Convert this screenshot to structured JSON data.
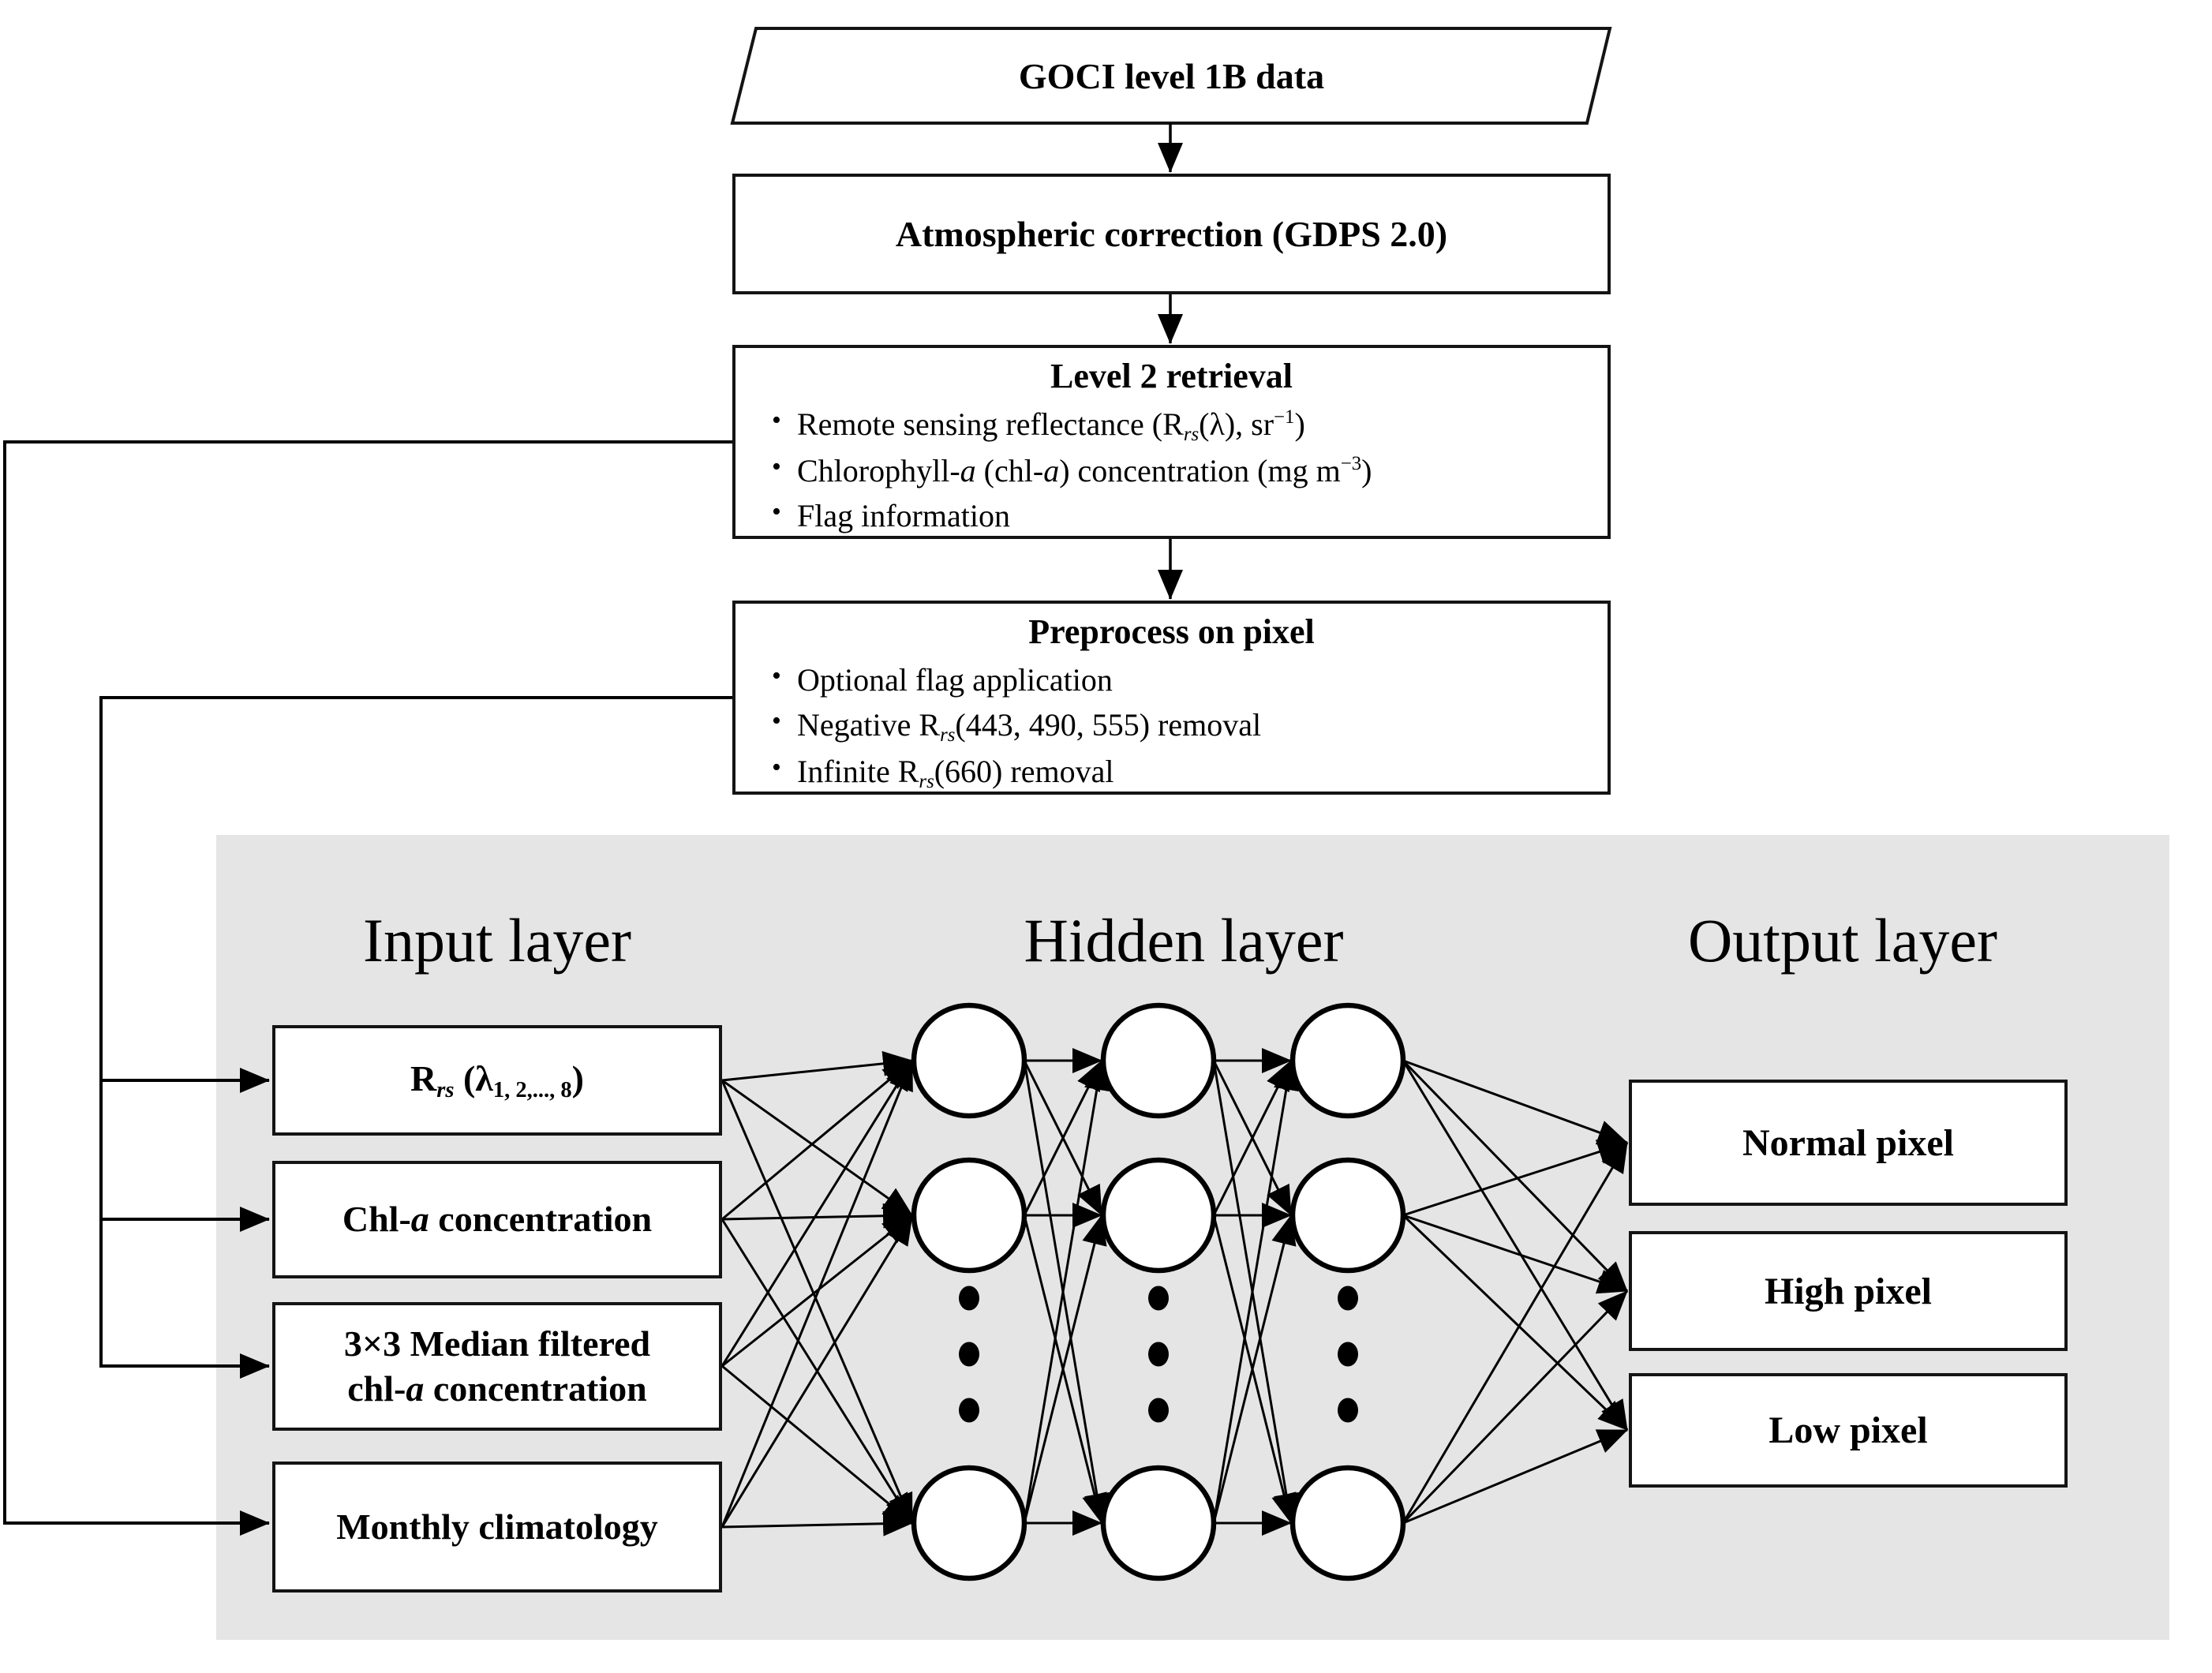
{
  "bullet_char": "•",
  "colors": {
    "panel_bg": "#e5e5e5",
    "ink": "#000000",
    "box_bg": "#ffffff"
  },
  "flowchart": {
    "goci_label": "GOCI level 1B data",
    "atmospheric_label": "Atmospheric correction (GDPS 2.0)",
    "level2": {
      "title": "Level 2 retrieval",
      "bullets": [
        {
          "segments": [
            {
              "t": "Remote sensing reflectance (R"
            },
            {
              "t": "rs",
              "s": "subi"
            },
            {
              "t": "(λ), sr"
            },
            {
              "t": "−1",
              "s": "sup"
            },
            {
              "t": ")"
            }
          ]
        },
        {
          "segments": [
            {
              "t": "Chlorophyll-"
            },
            {
              "t": "a",
              "s": "i"
            },
            {
              "t": " (chl-"
            },
            {
              "t": "a",
              "s": "i"
            },
            {
              "t": ") concentration (mg m"
            },
            {
              "t": "−3",
              "s": "sup"
            },
            {
              "t": ")"
            }
          ]
        },
        {
          "segments": [
            {
              "t": "Flag information"
            }
          ]
        }
      ]
    },
    "preprocess": {
      "title": "Preprocess on pixel",
      "bullets": [
        {
          "segments": [
            {
              "t": "Optional flag application"
            }
          ]
        },
        {
          "segments": [
            {
              "t": "Negative R"
            },
            {
              "t": "rs",
              "s": "subi"
            },
            {
              "t": "(443, 490, 555) removal"
            }
          ]
        },
        {
          "segments": [
            {
              "t": "Infinite R"
            },
            {
              "t": "rs",
              "s": "subi"
            },
            {
              "t": "(660) removal"
            }
          ]
        }
      ]
    }
  },
  "network": {
    "input_title": "Input layer",
    "hidden_title": "Hidden layer",
    "output_title": "Output layer",
    "inputs": [
      {
        "segments": [
          {
            "t": "R"
          },
          {
            "t": "rs",
            "s": "subi"
          },
          {
            "t": " (λ"
          },
          {
            "t": "1, 2,..., 8",
            "s": "sub"
          },
          {
            "t": ")"
          }
        ]
      },
      {
        "segments": [
          {
            "t": "Chl-"
          },
          {
            "t": "a",
            "s": "i"
          },
          {
            "t": " concentration"
          }
        ]
      },
      {
        "segments": [
          {
            "t": "3×3 Median filtered"
          },
          {
            "s": "br"
          },
          {
            "t": "chl-"
          },
          {
            "t": "a",
            "s": "i"
          },
          {
            "t": " concentration"
          }
        ]
      },
      {
        "segments": [
          {
            "t": "Monthly climatology"
          }
        ]
      }
    ],
    "outputs": [
      {
        "label": "Normal pixel"
      },
      {
        "label": "High pixel"
      },
      {
        "label": "Low pixel"
      }
    ]
  }
}
